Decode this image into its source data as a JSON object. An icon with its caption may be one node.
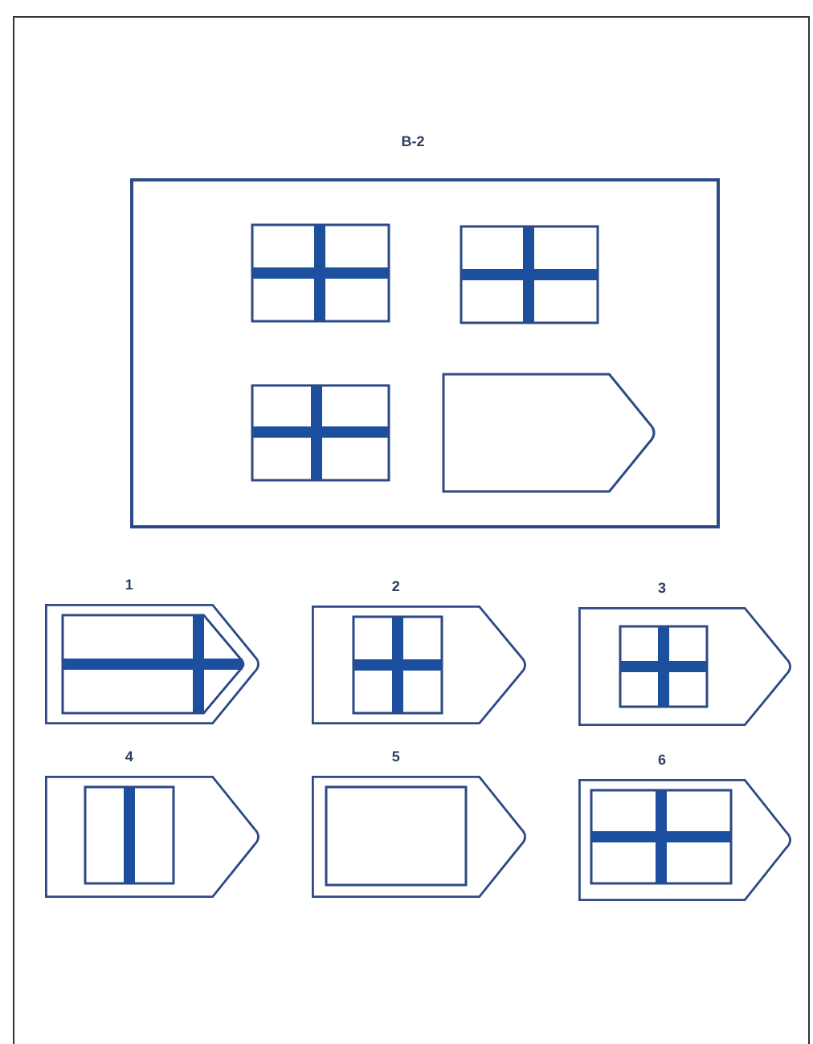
{
  "diagram": {
    "title": "B-2",
    "nodes": [
      {
        "text": [
          "1"
        ]
      },
      {
        "text": [
          "2"
        ]
      },
      {
        "text": [
          "3"
        ]
      },
      {
        "text": [
          "4"
        ]
      },
      {
        "text": [
          "5"
        ]
      },
      {
        "text": [
          "6"
        ]
      }
    ]
  }
}
